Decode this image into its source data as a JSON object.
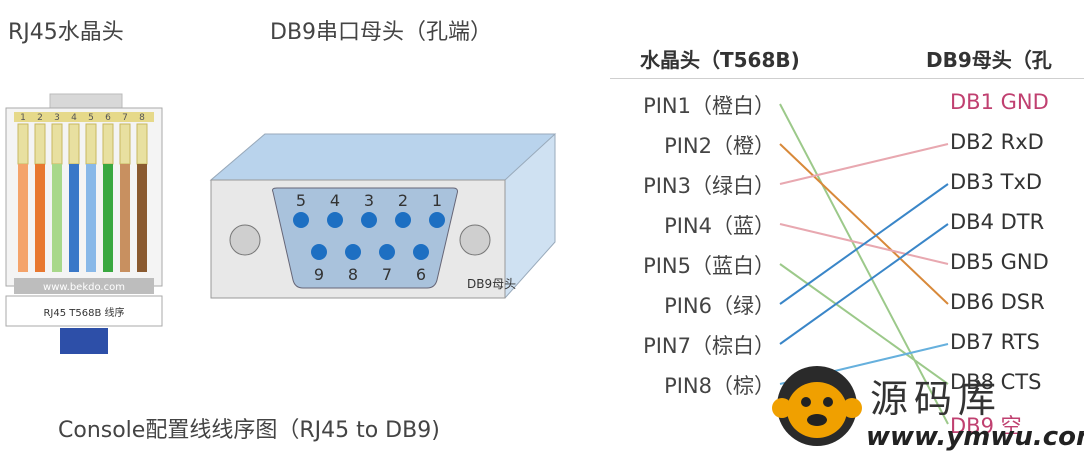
{
  "left": {
    "rj45_title": "RJ45水晶头",
    "db9_title": "DB9串口母头（孔端）",
    "rj45_pin_numbers": [
      "1",
      "2",
      "3",
      "4",
      "5",
      "6",
      "7",
      "8"
    ],
    "rj45_url": "www.bekdo.com",
    "rj45_caption": "RJ45 T568B 线序",
    "db9_top_numbers": [
      "5",
      "4",
      "3",
      "2",
      "1"
    ],
    "db9_bottom_numbers": [
      "9",
      "8",
      "7",
      "6"
    ],
    "db9_label": "DB9母头",
    "caption": "Console配置线线序图（RJ45 to DB9)"
  },
  "right": {
    "header_left": "水晶头（T568B)",
    "header_right": "DB9母头（孔",
    "pins": [
      {
        "label": "PIN1（橙白）"
      },
      {
        "label": "PIN2（橙）"
      },
      {
        "label": "PIN3（绿白）"
      },
      {
        "label": "PIN4（蓝）"
      },
      {
        "label": "PIN5（蓝白）"
      },
      {
        "label": "PIN6（绿）"
      },
      {
        "label": "PIN7（棕白）"
      },
      {
        "label": "PIN8（棕）"
      }
    ],
    "db": [
      {
        "label": "DB1 GND",
        "color": "red"
      },
      {
        "label": "DB2 RxD",
        "color": "normal"
      },
      {
        "label": "DB3 TxD",
        "color": "normal"
      },
      {
        "label": "DB4 DTR",
        "color": "normal"
      },
      {
        "label": "DB5 GND",
        "color": "normal"
      },
      {
        "label": "DB6 DSR",
        "color": "normal"
      },
      {
        "label": "DB7 RTS",
        "color": "normal"
      },
      {
        "label": "DB8 CTS",
        "color": "normal"
      },
      {
        "label": "DB9 空",
        "color": "red"
      }
    ],
    "wires": [
      {
        "from": 1,
        "to": 9,
        "color": "#9cc98a"
      },
      {
        "from": 2,
        "to": 6,
        "color": "#d8893a"
      },
      {
        "from": 3,
        "to": 2,
        "color": "#e8a8b0"
      },
      {
        "from": 4,
        "to": 5,
        "color": "#e8a8b0"
      },
      {
        "from": 5,
        "to": 8,
        "color": "#9cc98a"
      },
      {
        "from": 6,
        "to": 3,
        "color": "#3a86c8"
      },
      {
        "from": 7,
        "to": 4,
        "color": "#3a86c8"
      },
      {
        "from": 8,
        "to": 7,
        "color": "#66b0dd"
      }
    ]
  },
  "watermark": {
    "text": "源码库",
    "url": "www.ymwu.com"
  }
}
